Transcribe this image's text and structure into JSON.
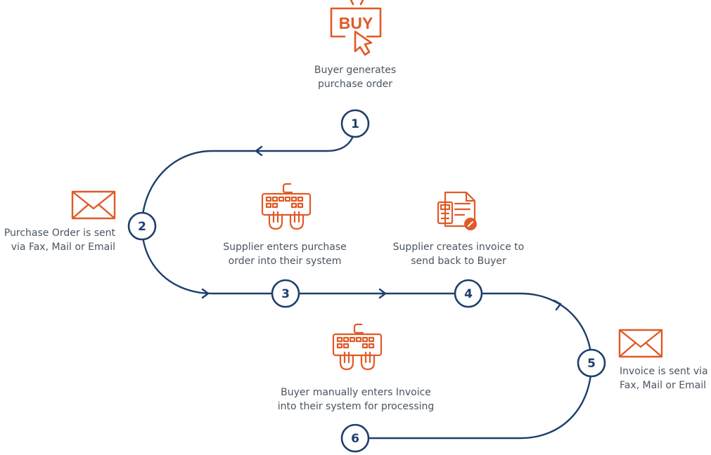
{
  "colors": {
    "path": "#1e3f6b",
    "icon": "#e05a27",
    "text": "#4a5560",
    "circle_fill": "#ffffff"
  },
  "icon_text": {
    "buy": "BUY"
  },
  "steps": [
    {
      "number": "1",
      "icon": "buy-icon",
      "label_lines": [
        "Buyer generates",
        "purchase order"
      ]
    },
    {
      "number": "2",
      "icon": "envelope-icon",
      "label_lines": [
        "Purchase Order is sent",
        "via Fax, Mail or Email"
      ]
    },
    {
      "number": "3",
      "icon": "keyboard-hands-icon",
      "label_lines": [
        "Supplier enters purchase",
        "order into their system"
      ]
    },
    {
      "number": "4",
      "icon": "invoice-document-icon",
      "label_lines": [
        "Supplier creates invoice to",
        "send back to Buyer"
      ]
    },
    {
      "number": "5",
      "icon": "envelope-icon",
      "label_lines": [
        "Invoice is sent via",
        "Fax, Mail or Email"
      ]
    },
    {
      "number": "6",
      "icon": "keyboard-hands-icon",
      "label_lines": [
        "Buyer manually enters Invoice",
        "into their system for processing"
      ]
    }
  ]
}
